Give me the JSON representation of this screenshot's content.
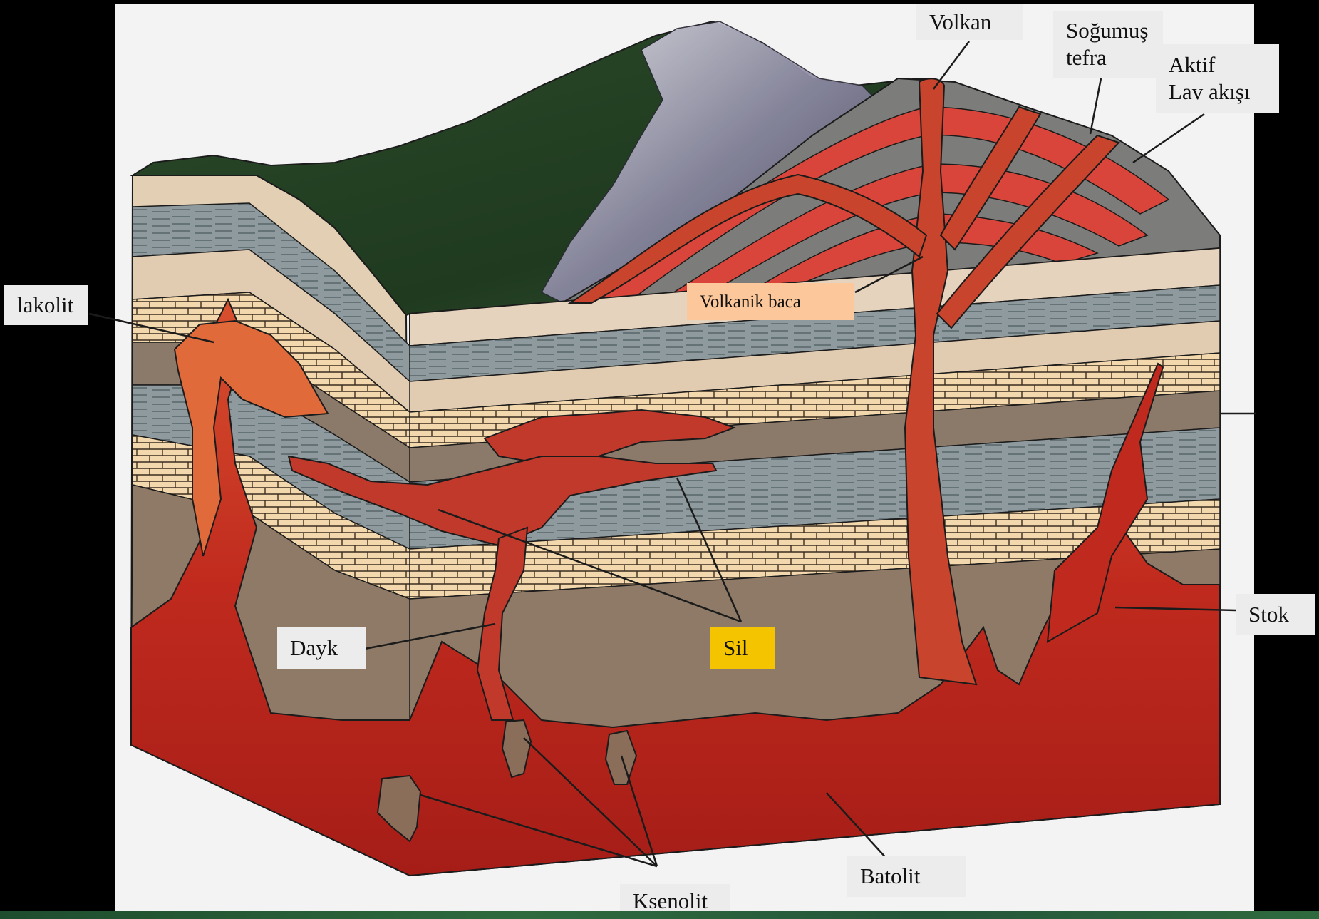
{
  "labels": {
    "volkan": "Volkan",
    "sogumus_tefra": "Soğumuş\ntefra",
    "aktif_lav": "Aktif\nLav akışı",
    "lakolit": "lakolit",
    "volkanik_baca": "Volkanik baca",
    "dayk": "Dayk",
    "sil": "Sil",
    "stok": "Stok",
    "batolit": "Batolit",
    "ksenolit": "Ksenolit"
  },
  "colors": {
    "background": "#000000",
    "magma": "#b8261c",
    "sil_highlight": "#f5c400",
    "volkanik_baca_highlight": "#fcc79a",
    "label_bg": "#ececec"
  }
}
